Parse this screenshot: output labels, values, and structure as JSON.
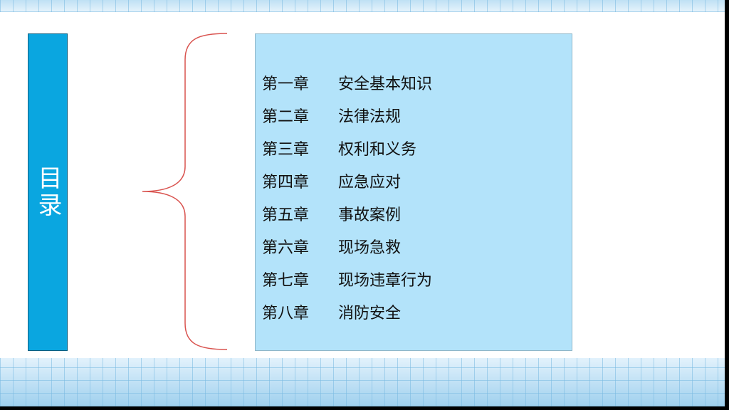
{
  "slide": {
    "title": "目录",
    "chapters": [
      {
        "number": "第一章",
        "title": "安全基本知识"
      },
      {
        "number": "第二章",
        "title": "法律法规"
      },
      {
        "number": "第三章",
        "title": "权利和义务"
      },
      {
        "number": "第四章",
        "title": "应急应对"
      },
      {
        "number": "第五章",
        "title": "事故案例"
      },
      {
        "number": "第六章",
        "title": "现场急救"
      },
      {
        "number": "第七章",
        "title": "现场违章行为"
      },
      {
        "number": "第八章",
        "title": "消防安全"
      }
    ]
  },
  "colors": {
    "title_bar": "#0aa6e0",
    "contents_box": "#b3e3fa",
    "brace": "#d9534f"
  }
}
